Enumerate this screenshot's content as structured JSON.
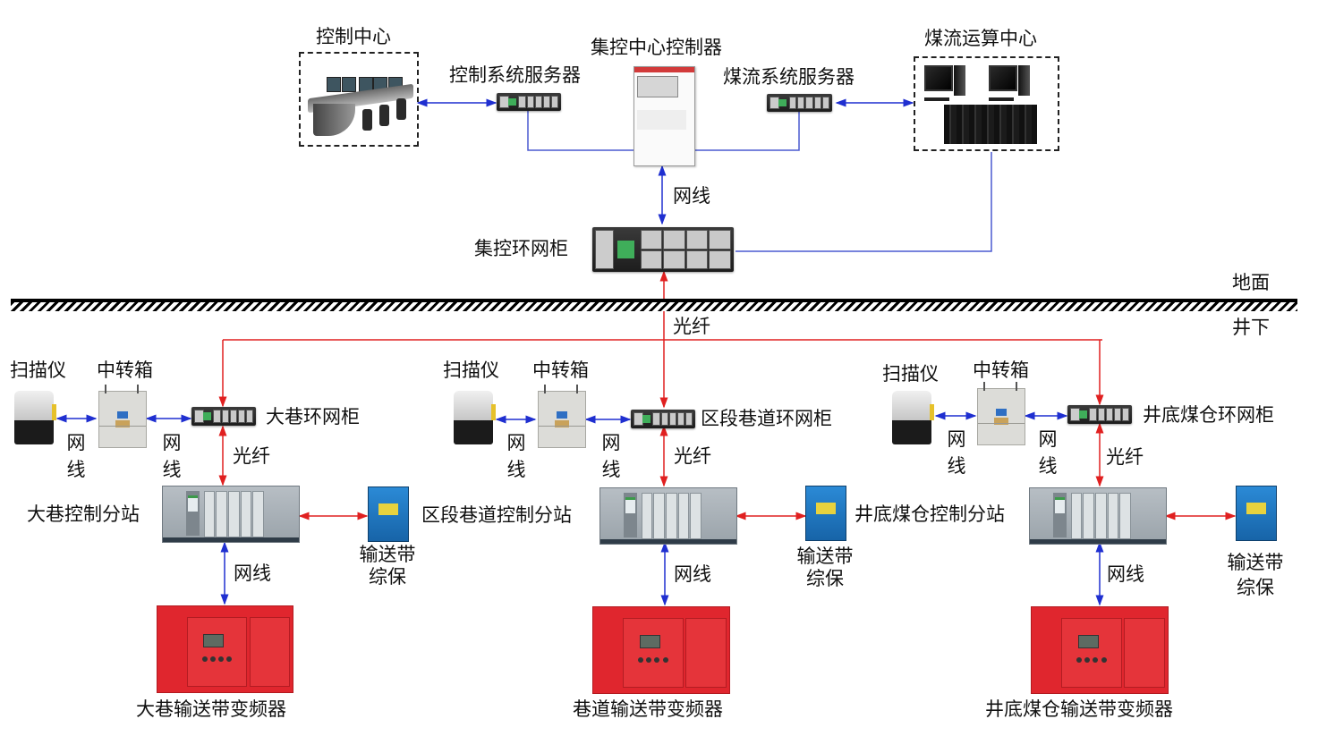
{
  "surface": {
    "control_center": {
      "title": "控制中心"
    },
    "control_server": {
      "title": "控制系统服务器"
    },
    "central_controller": {
      "title": "集控中心控制器"
    },
    "coal_server": {
      "title": "煤流系统服务器"
    },
    "coal_compute_center": {
      "title": "煤流运算中心"
    },
    "central_ring_cabinet": {
      "title": "集控环网柜"
    },
    "link_cable_label": "网线"
  },
  "boundary": {
    "ground_label": "地面",
    "underground_label": "井下",
    "fiber_label": "光纤"
  },
  "branches": [
    {
      "scanner_label": "扫描仪",
      "junction_label": "中转箱",
      "cable_a": [
        "网",
        "线"
      ],
      "cable_b": [
        "网",
        "线"
      ],
      "ring_label": "大巷环网柜",
      "fiber_label": "光纤",
      "station_label": "大巷控制分站",
      "protect_label": [
        "输送带",
        "综保"
      ],
      "cable_label": "网线",
      "converter_label": "大巷输送带变频器"
    },
    {
      "scanner_label": "扫描仪",
      "junction_label": "中转箱",
      "cable_a": [
        "网",
        "线"
      ],
      "cable_b": [
        "网",
        "线"
      ],
      "ring_label": "区段巷道环网柜",
      "fiber_label": "光纤",
      "station_label": "区段巷道控制分站",
      "protect_label": [
        "输送带",
        "综保"
      ],
      "cable_label": "网线",
      "converter_label": "巷道输送带变频器"
    },
    {
      "scanner_label": "扫描仪",
      "junction_label": "中转箱",
      "cable_a": [
        "网",
        "线"
      ],
      "cable_b": [
        "网",
        "线"
      ],
      "ring_label": "井底煤仓环网柜",
      "fiber_label": "光纤",
      "station_label": "井底煤仓控制分站",
      "protect_label": [
        "输送带",
        "综保"
      ],
      "cable_label": "网线",
      "converter_label": "井底煤仓输送带变频器"
    }
  ],
  "colors": {
    "ethernet": "#1f2fd0",
    "ethernet_light": "#4a5ad0",
    "fiber": "#e02020"
  }
}
